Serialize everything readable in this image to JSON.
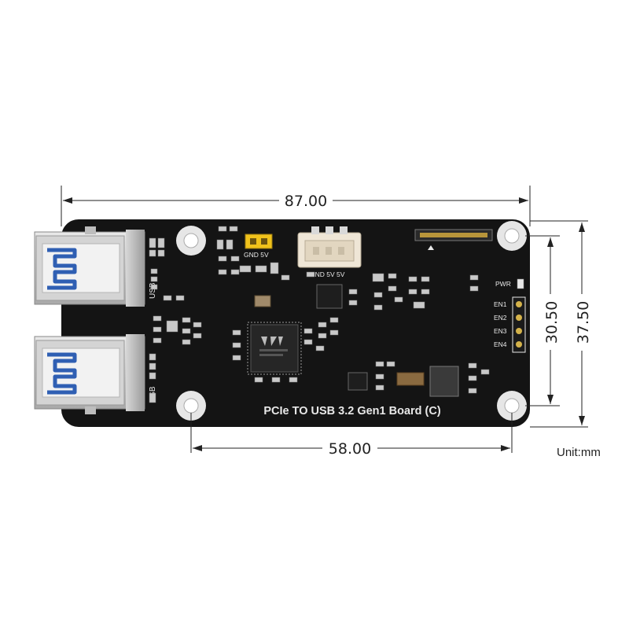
{
  "board": {
    "title": "PCIe TO USB 3.2 Gen1 Board (C)",
    "usb_label_top": "USB",
    "usb_label_bottom": "USB",
    "jumper_label": "GND 5V",
    "connector_label": "GND 5V 5V",
    "pwr_label": "PWR",
    "en_labels": [
      "EN1",
      "EN2",
      "EN3",
      "EN4"
    ],
    "pcb_color": "#141414",
    "usb_blue": "#2f5fb3"
  },
  "dimensions": {
    "width_overall": "87.00",
    "hole_spacing_horizontal": "58.00",
    "hole_spacing_vertical": "30.50",
    "height_overall": "37.50",
    "unit": "Unit:mm"
  }
}
